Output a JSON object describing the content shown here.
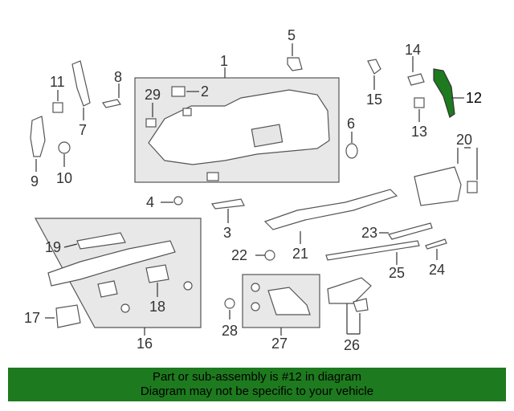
{
  "callouts": {
    "c1": "1",
    "c2": "2",
    "c3": "3",
    "c4": "4",
    "c5": "5",
    "c6": "6",
    "c7": "7",
    "c8": "8",
    "c9": "9",
    "c10": "10",
    "c11": "11",
    "c12": "12",
    "c13": "13",
    "c14": "14",
    "c15": "15",
    "c16": "16",
    "c17": "17",
    "c18": "18",
    "c19": "19",
    "c20": "20",
    "c21": "21",
    "c22": "22",
    "c23": "23",
    "c24": "24",
    "c25": "25",
    "c26": "26",
    "c27": "27",
    "c28": "28",
    "c29": "29"
  },
  "highlight_color": "#1e7a1e",
  "banner": {
    "line1": "Part or sub-assembly is #12 in diagram",
    "line2": "Diagram may not be specific to your vehicle"
  }
}
